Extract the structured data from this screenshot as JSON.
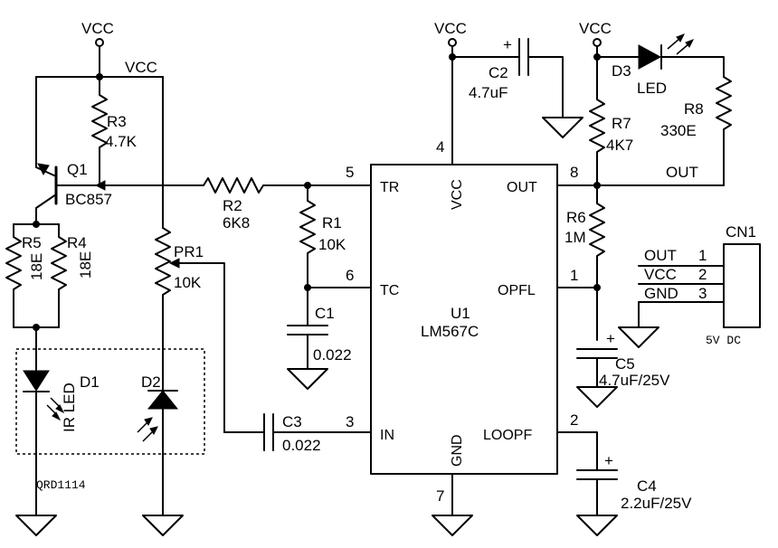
{
  "power": {
    "vcc": "VCC"
  },
  "ic": {
    "ref": "U1",
    "part": "LM567C",
    "pins": {
      "tr": "TR",
      "tc": "TC",
      "in": "IN",
      "vcc": "VCC",
      "gnd": "GND",
      "out": "OUT",
      "opfl": "OPFL",
      "loopf": "LOOPF"
    },
    "pin_numbers": {
      "tr": "5",
      "tc": "6",
      "in": "3",
      "vcc": "4",
      "gnd": "7",
      "out": "8",
      "opfl": "1",
      "loopf": "2"
    }
  },
  "components": {
    "r1": {
      "ref": "R1",
      "value": "10K"
    },
    "r2": {
      "ref": "R2",
      "value": "6K8"
    },
    "r3": {
      "ref": "R3",
      "value": "4.7K"
    },
    "r4": {
      "ref": "R4",
      "value": "18E"
    },
    "r5": {
      "ref": "R5",
      "value": "18E"
    },
    "r6": {
      "ref": "R6",
      "value": "1M"
    },
    "r7": {
      "ref": "R7",
      "value": "4K7"
    },
    "r8": {
      "ref": "R8",
      "value": "330E"
    },
    "pr1": {
      "ref": "PR1",
      "value": "10K"
    },
    "c1": {
      "ref": "C1",
      "value": "0.022"
    },
    "c2": {
      "ref": "C2",
      "value": "4.7uF"
    },
    "c3": {
      "ref": "C3",
      "value": "0.022"
    },
    "c4": {
      "ref": "C4",
      "value": "2.2uF/25V"
    },
    "c5": {
      "ref": "C5",
      "value": "4.7uF/25V"
    },
    "q1": {
      "ref": "Q1",
      "value": "BC857"
    },
    "d1": {
      "ref": "D1",
      "value": "IR LED"
    },
    "d2": {
      "ref": "D2"
    },
    "d3": {
      "ref": "D3",
      "value": "LED"
    },
    "sensor": {
      "value": "QRD1114"
    }
  },
  "net_labels": {
    "out": "OUT"
  },
  "connector": {
    "ref": "CN1",
    "rows": [
      {
        "label": "OUT",
        "pin": "1"
      },
      {
        "label": "VCC",
        "pin": "2"
      },
      {
        "label": "GND",
        "pin": "3"
      }
    ],
    "supply": "5V  DC"
  },
  "polarity": "+"
}
